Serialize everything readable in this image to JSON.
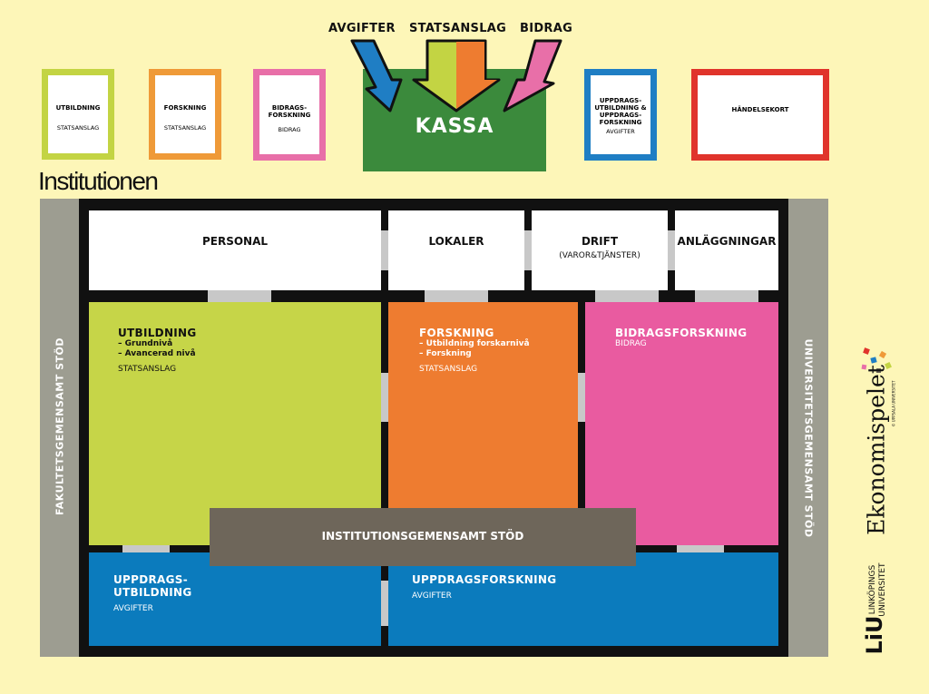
{
  "funding_sources": {
    "avgifter": "AVGIFTER",
    "statsanslag": "STATSANSLAG",
    "bidrag": "BIDRAG"
  },
  "kassa": "KASSA",
  "cards": [
    {
      "title": "UTBILDNING",
      "subtitle": "STATSANSLAG",
      "color": "#c3d443"
    },
    {
      "title": "FORSKNING",
      "subtitle": "STATSANSLAG",
      "color": "#ef9a38"
    },
    {
      "title": "BIDRAGS-\nFORSKNING",
      "subtitle": "BIDRAG",
      "color": "#e86fa8"
    },
    {
      "title": "UPPDRAGS-\nUTBILDNING &\nUPPDRAGS-\nFORSKNING",
      "subtitle": "AVGIFTER",
      "color": "#1f7ec4"
    },
    {
      "title": "HÄNDELSEKORT",
      "subtitle": "",
      "color": "#e0342b"
    }
  ],
  "heading": "Institutionen",
  "cost_boxes": {
    "personal": "PERSONAL",
    "lokaler": "LOKALER",
    "drift": "DRIFT",
    "drift_sub": "(VAROR&TJÄNSTER)",
    "anlaggningar": "ANLÄGGNINGAR"
  },
  "sections": {
    "utbildning": {
      "title": "UTBILDNING",
      "items": [
        "– Grundnivå",
        "– Avancerad nivå"
      ],
      "funding": "STATSANSLAG",
      "color": "#c6d548"
    },
    "forskning": {
      "title": "FORSKNING",
      "items": [
        "– Utbildning forskarnivå",
        "– Forskning"
      ],
      "funding": "STATSANSLAG",
      "color": "#ee7c30"
    },
    "bidragsforskning": {
      "title": "BIDRAGSFORSKNING",
      "funding": "BIDRAG",
      "color": "#e95ba0"
    },
    "uppdragsutbildning": {
      "title_line1": "UPPDRAGS-",
      "title_line2": "UTBILDNING",
      "funding": "AVGIFTER",
      "color": "#0b7bbd"
    },
    "uppdragsforskning": {
      "title": "UPPDRAGSFORSKNING",
      "funding": "AVGIFTER",
      "color": "#0b7bbd"
    }
  },
  "institutionsgemensamt": "INSTITUTIONSGEMENSAMT STÖD",
  "fakultetsgemensamt": "FAKULTETSGEMENSAMT STÖD",
  "universitetsgemensamt": "UNIVERSITETSGEMENSAMT STÖD",
  "logos": {
    "ekonomispelet": "Ekonomispelet",
    "ekonomispelet_small": "© UPPSALA UNIVERSITET",
    "liu_line1": "LINKÖPINGS",
    "liu_line2": "UNIVERSITET",
    "liu_mark": "LiU"
  }
}
